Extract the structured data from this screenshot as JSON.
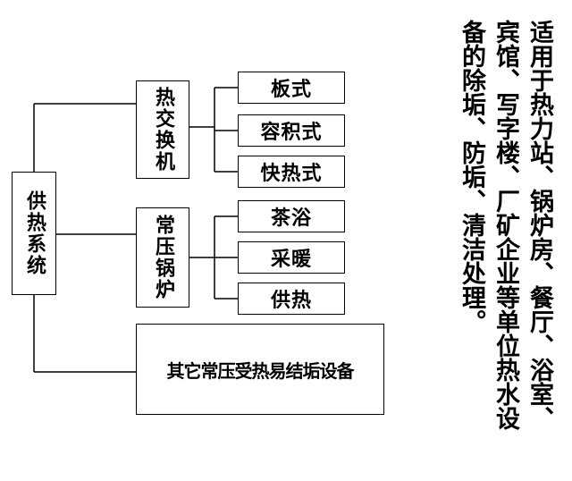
{
  "diagram": {
    "root": "供热系统",
    "groups": [
      {
        "label": "热交换机",
        "children": [
          "板式",
          "容积式",
          "快热式"
        ]
      },
      {
        "label": "常压锅炉",
        "children": [
          "茶浴",
          "采暖",
          "供热"
        ]
      }
    ],
    "other": "其它常压受热易结垢设备"
  },
  "note": {
    "lines": [
      "适用于热力站、锅炉房、餐厅、浴室、",
      "宾馆、写字楼、厂矿企业等单位热水设",
      "备的除垢、防垢、清洁处理。"
    ]
  }
}
